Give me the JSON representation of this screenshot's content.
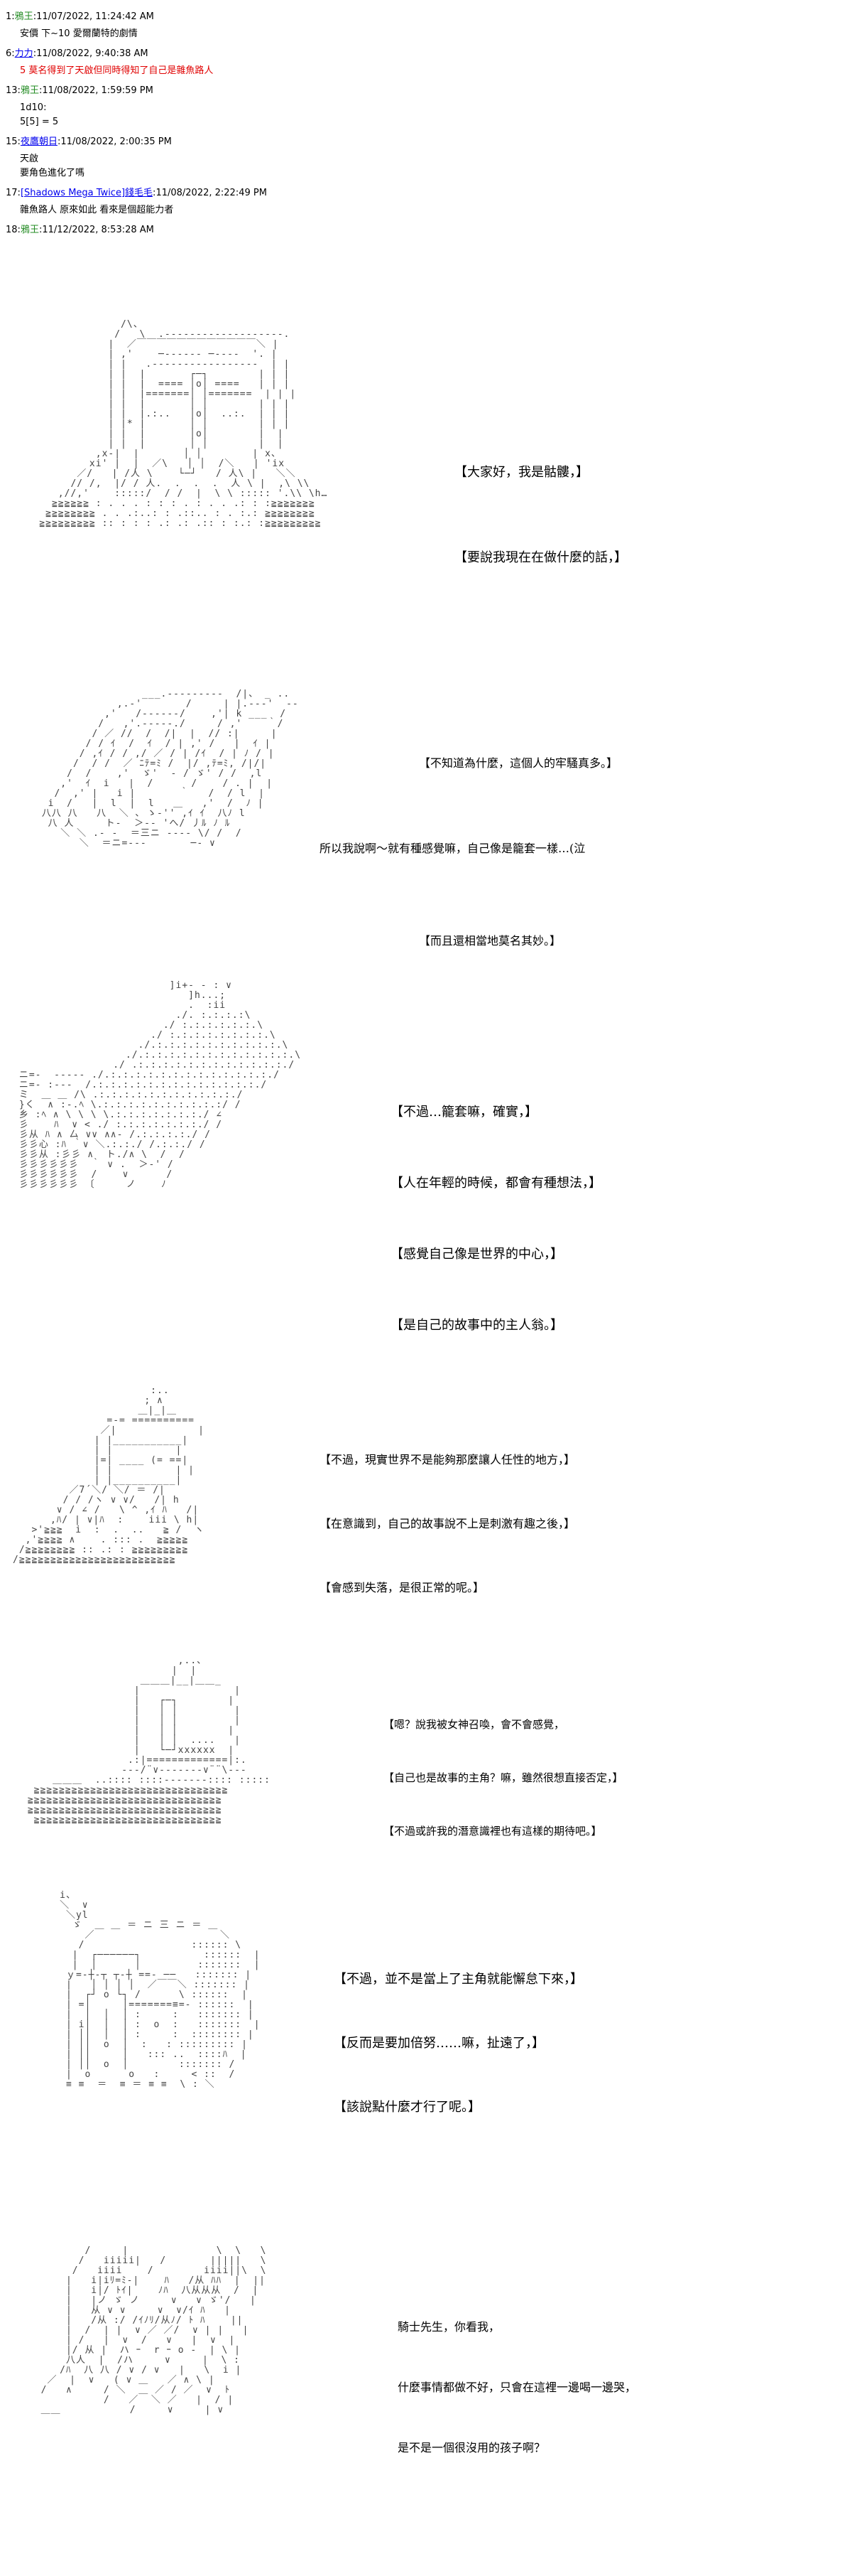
{
  "thread": {
    "posts": [
      {
        "no": "1",
        "name": "鴉王",
        "date": "11/07/2022, 11:24:42 AM",
        "body": "安價 下~10 愛爾蘭特的劇情",
        "red": false,
        "link": false
      },
      {
        "no": "6",
        "name": "力力",
        "date": "11/08/2022, 9:40:38 AM",
        "body": "5 莫名得到了天啟但同時得知了自己是雜魚路人",
        "red": true,
        "link": true
      },
      {
        "no": "13",
        "name": "鴉王",
        "date": "11/08/2022, 1:59:59 PM",
        "body": "1d10:\n5[5] = 5",
        "red": false,
        "link": false
      },
      {
        "no": "15",
        "name": "夜鷹朝日",
        "date": "11/08/2022, 2:00:35 PM",
        "body": "天啟\n要角色進化了嗎",
        "red": false,
        "link": true
      },
      {
        "no": "17",
        "name": "[Shadows Mega Twice]",
        "trip": "錢毛毛",
        "date": "11/08/2022, 2:22:49 PM",
        "body": "雜魚路人 原來如此 看來是個超能力者",
        "red": false,
        "link": true
      },
      {
        "no": "18",
        "name": "鴉王",
        "date": "11/12/2022, 8:53:28 AM",
        "body": "",
        "red": false,
        "link": false
      }
    ]
  },
  "panels": [
    {
      "lines": [
        "【大家好，我是骷髏，】",
        "【要說我現在在做什麼的話，】"
      ]
    },
    {
      "lines": [
        "【不知道為什麼，這個人的牢騷真多。】",
        "所以我說啊～就有種感覺嘛，自己像是籠套一樣…(泣",
        "【而且還相當地莫名其妙。】"
      ]
    },
    {
      "lines": [
        "【不過…籠套嘛，確實，】",
        "【人在年輕的時候，都會有種想法，】",
        "【感覺自己像是世界的中心，】",
        "【是自己的故事中的主人翁。】"
      ]
    },
    {
      "lines": [
        "【不過，現實世界不是能夠那麼讓人任性的地方，】",
        "【在意識到，自己的故事說不上是刺激有趣之後，】",
        "【會感到失落，是很正常的呢。】"
      ]
    },
    {
      "lines": [
        "【嗯？說我被女神召喚，會不會感覺，",
        "【自己也是故事的主角？嘛，雖然很想直接否定，】",
        "【不過或許我的潛意識裡也有這樣的期待吧。】"
      ]
    },
    {
      "lines": [
        "【不過，並不是當上了主角就能懈怠下來，】",
        "【反而是要加倍努……嘛，扯遠了，】",
        "【該說點什麼才行了呢。】"
      ]
    },
    {
      "lines": [
        "騎士先生，你看我，",
        "什麼事情都做不好，只會在這裡一邊喝一邊哭，",
        "是不是一個很沒用的孩子啊？"
      ]
    }
  ]
}
